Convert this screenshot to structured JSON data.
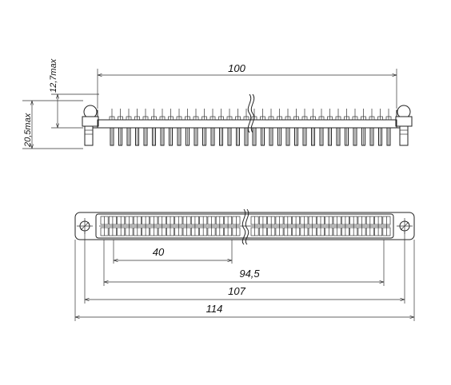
{
  "dimensions": {
    "side_length": "100",
    "height_top": "12,7max",
    "height_total": "20,5max",
    "row_length": "40",
    "pin_span": "94,5",
    "hole_spacing": "107",
    "overall_length": "114"
  }
}
